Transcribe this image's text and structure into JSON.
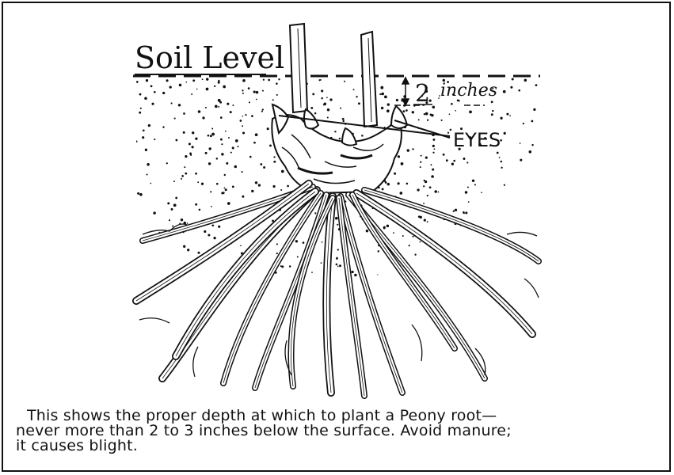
{
  "diagram": {
    "labels": {
      "soil_level": "Soil Level",
      "depth": "2",
      "depth_unit": "inches",
      "eyes": "EYES"
    }
  },
  "caption": {
    "lines": [
      "This shows the proper depth at which to plant a Peony root—",
      "never more than 2 to 3 inches below the surface. Avoid manure;",
      "it causes blight."
    ]
  }
}
